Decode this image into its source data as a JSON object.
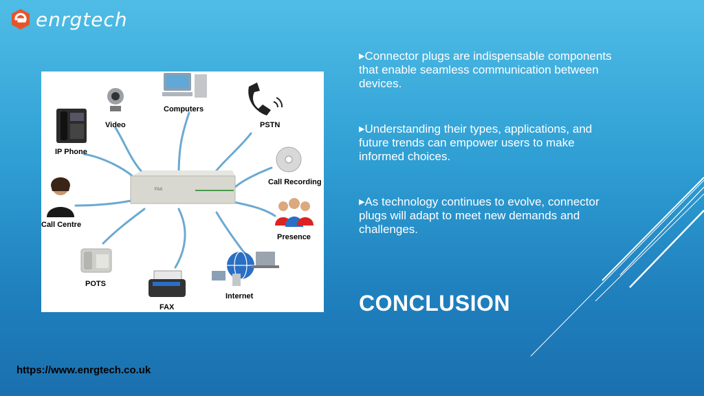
{
  "brand": {
    "name": "enrgtech",
    "logo_icon": "e-logo-icon"
  },
  "diagram": {
    "labels": {
      "computers": "Computers",
      "video": "Video",
      "pstn": "PSTN",
      "ip_phone": "IP Phone",
      "call_recording": "Call Recording",
      "call_centre": "Call Centre",
      "presence": "Presence",
      "pots": "POTS",
      "fax": "FAX",
      "internet": "Internet",
      "device_fax": "FAX"
    }
  },
  "bullets": [
    "Connector plugs are indispensable components that enable seamless communication between devices.",
    "Understanding their types, applications, and future trends can empower users to make informed choices.",
    "As technology continues to evolve, connector plugs will adapt to meet new demands and challenges."
  ],
  "heading": "CONCLUSION",
  "footer": {
    "url": "https://www.enrgtech.co.uk"
  },
  "colors": {
    "accent": "#e8542a",
    "connector": "#6aa9d1",
    "text": "#ffffff"
  }
}
